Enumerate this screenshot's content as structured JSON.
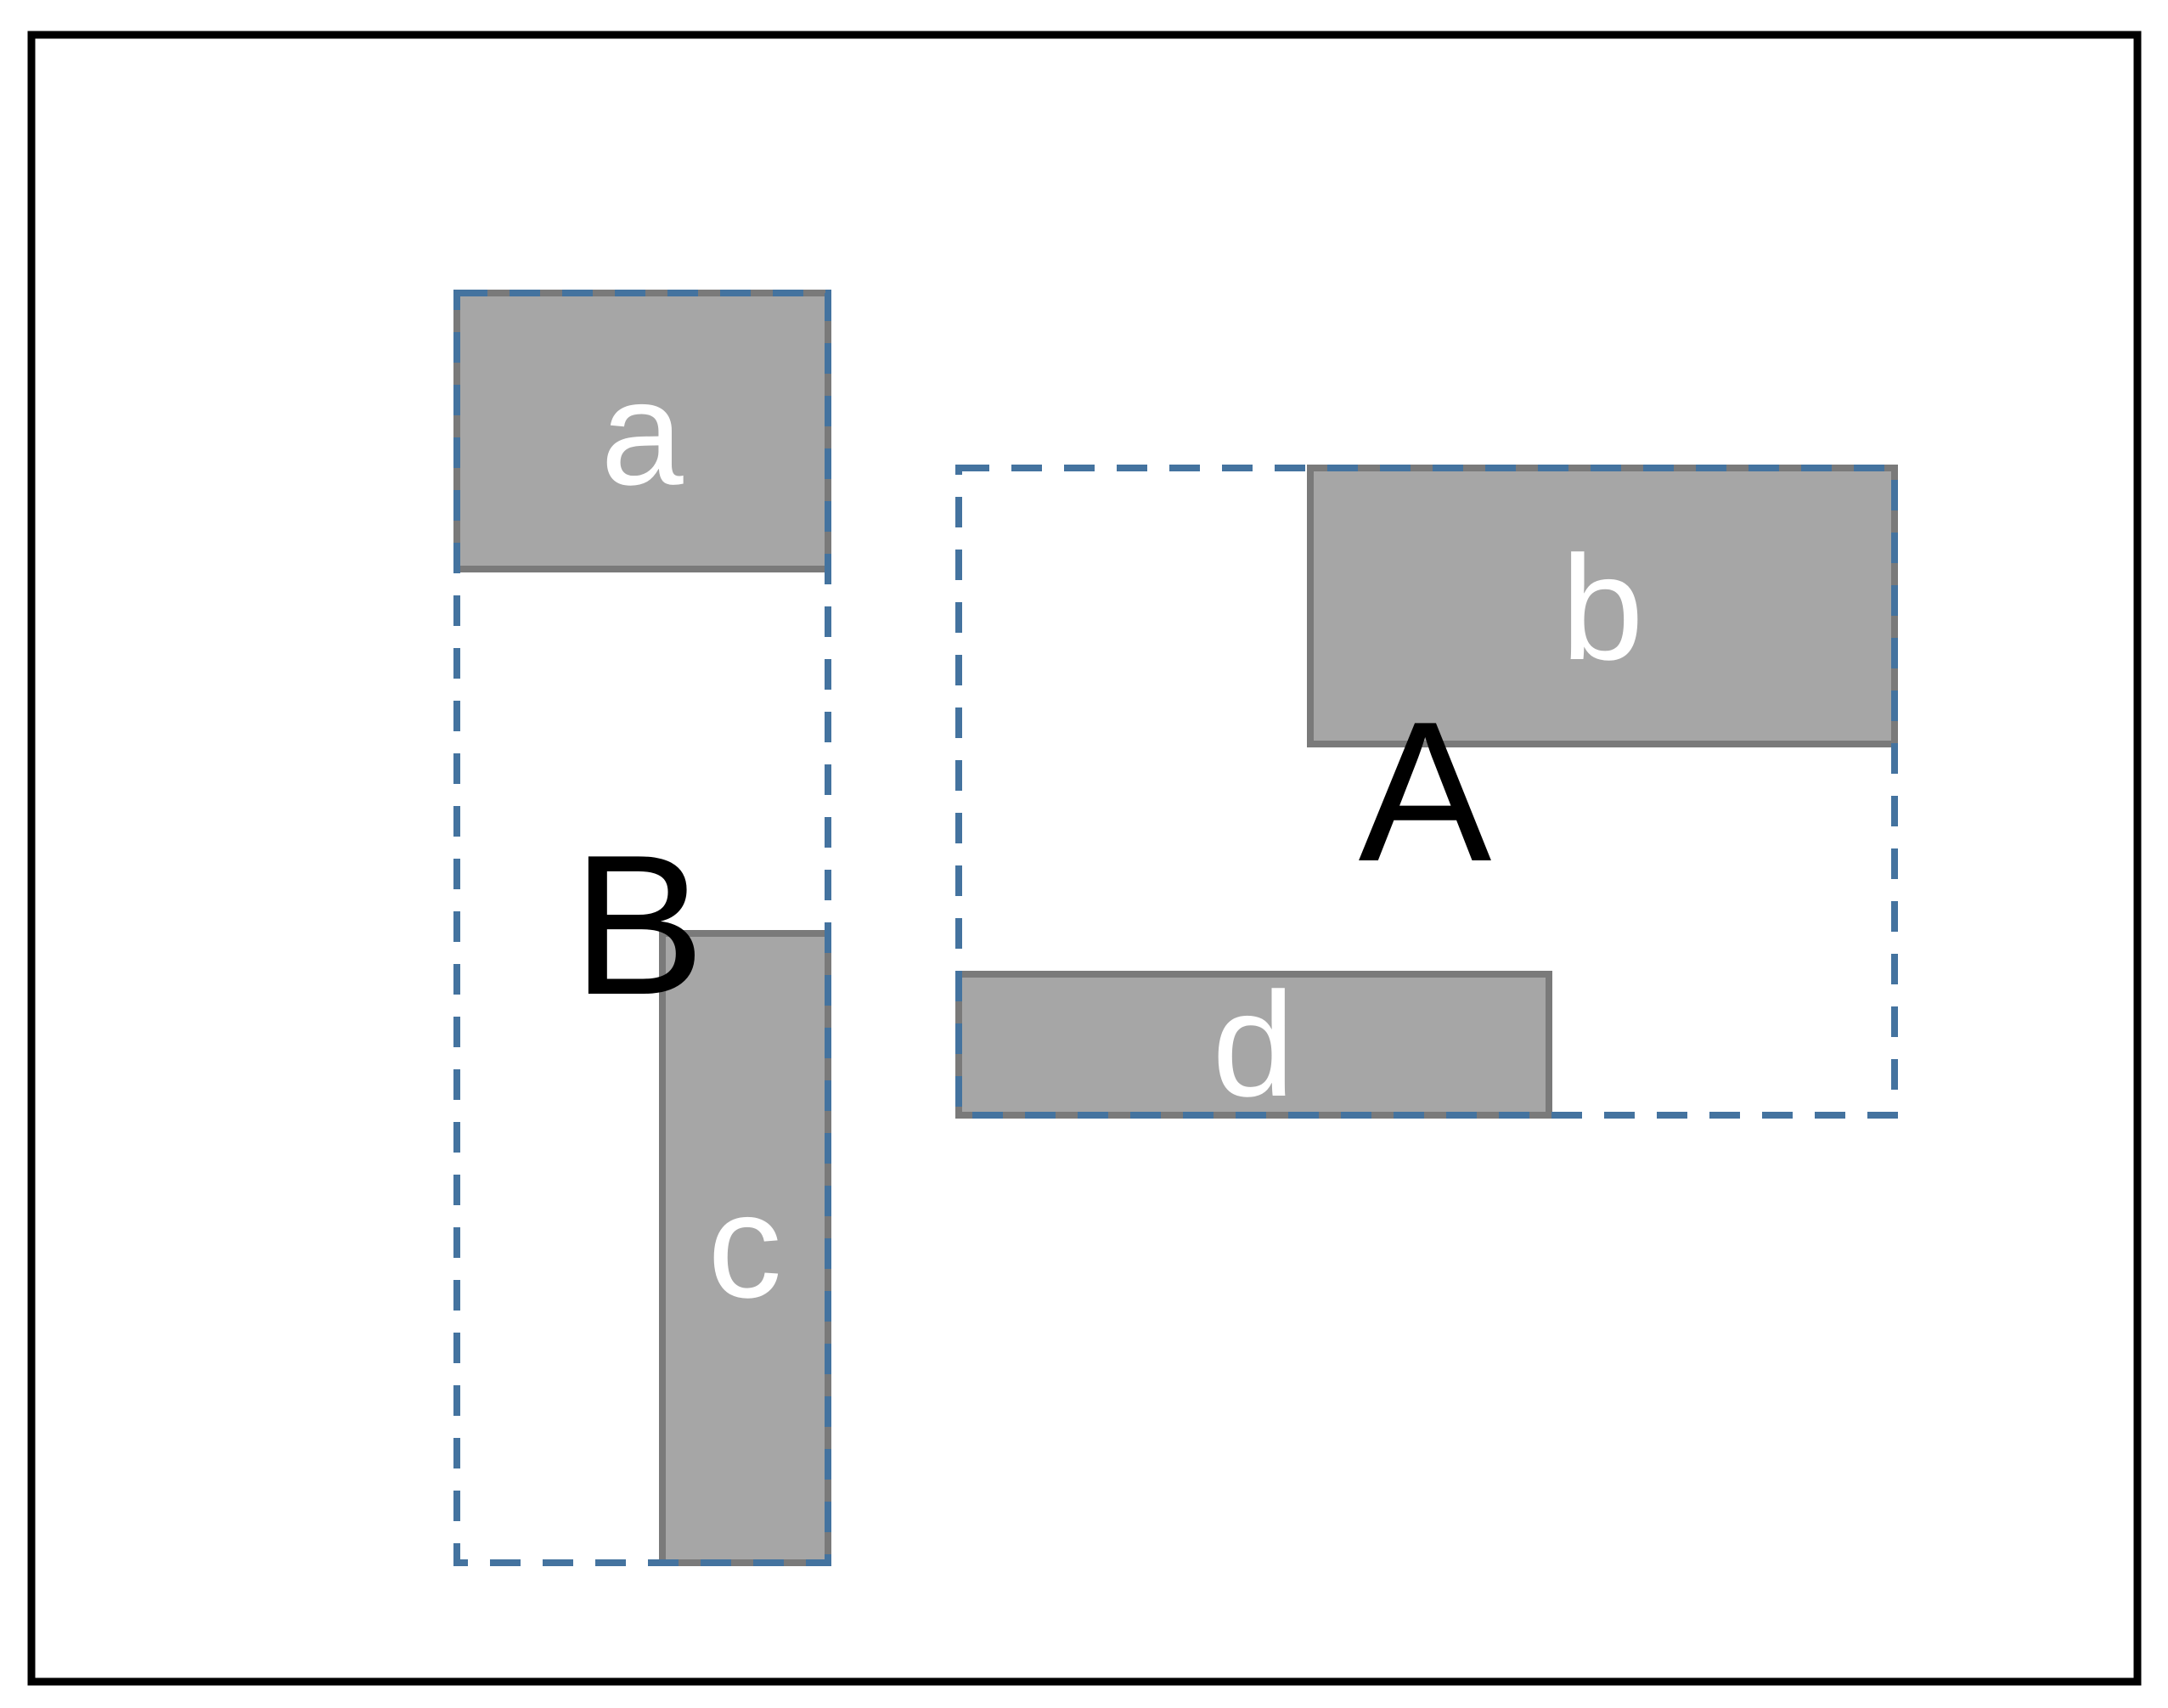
{
  "colors": {
    "background": "#ffffff",
    "frame": "#000000",
    "box_fill": "#a6a6a6",
    "box_stroke": "#7a7a7a",
    "box_text": "#ffffff",
    "group_stroke": "#44739f",
    "group_text": "#000000"
  },
  "boxes": {
    "a": {
      "label": "a"
    },
    "b": {
      "label": "b"
    },
    "c": {
      "label": "c"
    },
    "d": {
      "label": "d"
    }
  },
  "groups": {
    "A": {
      "label": "A",
      "members": [
        "b",
        "d"
      ]
    },
    "B": {
      "label": "B",
      "members": [
        "a",
        "c"
      ]
    }
  }
}
